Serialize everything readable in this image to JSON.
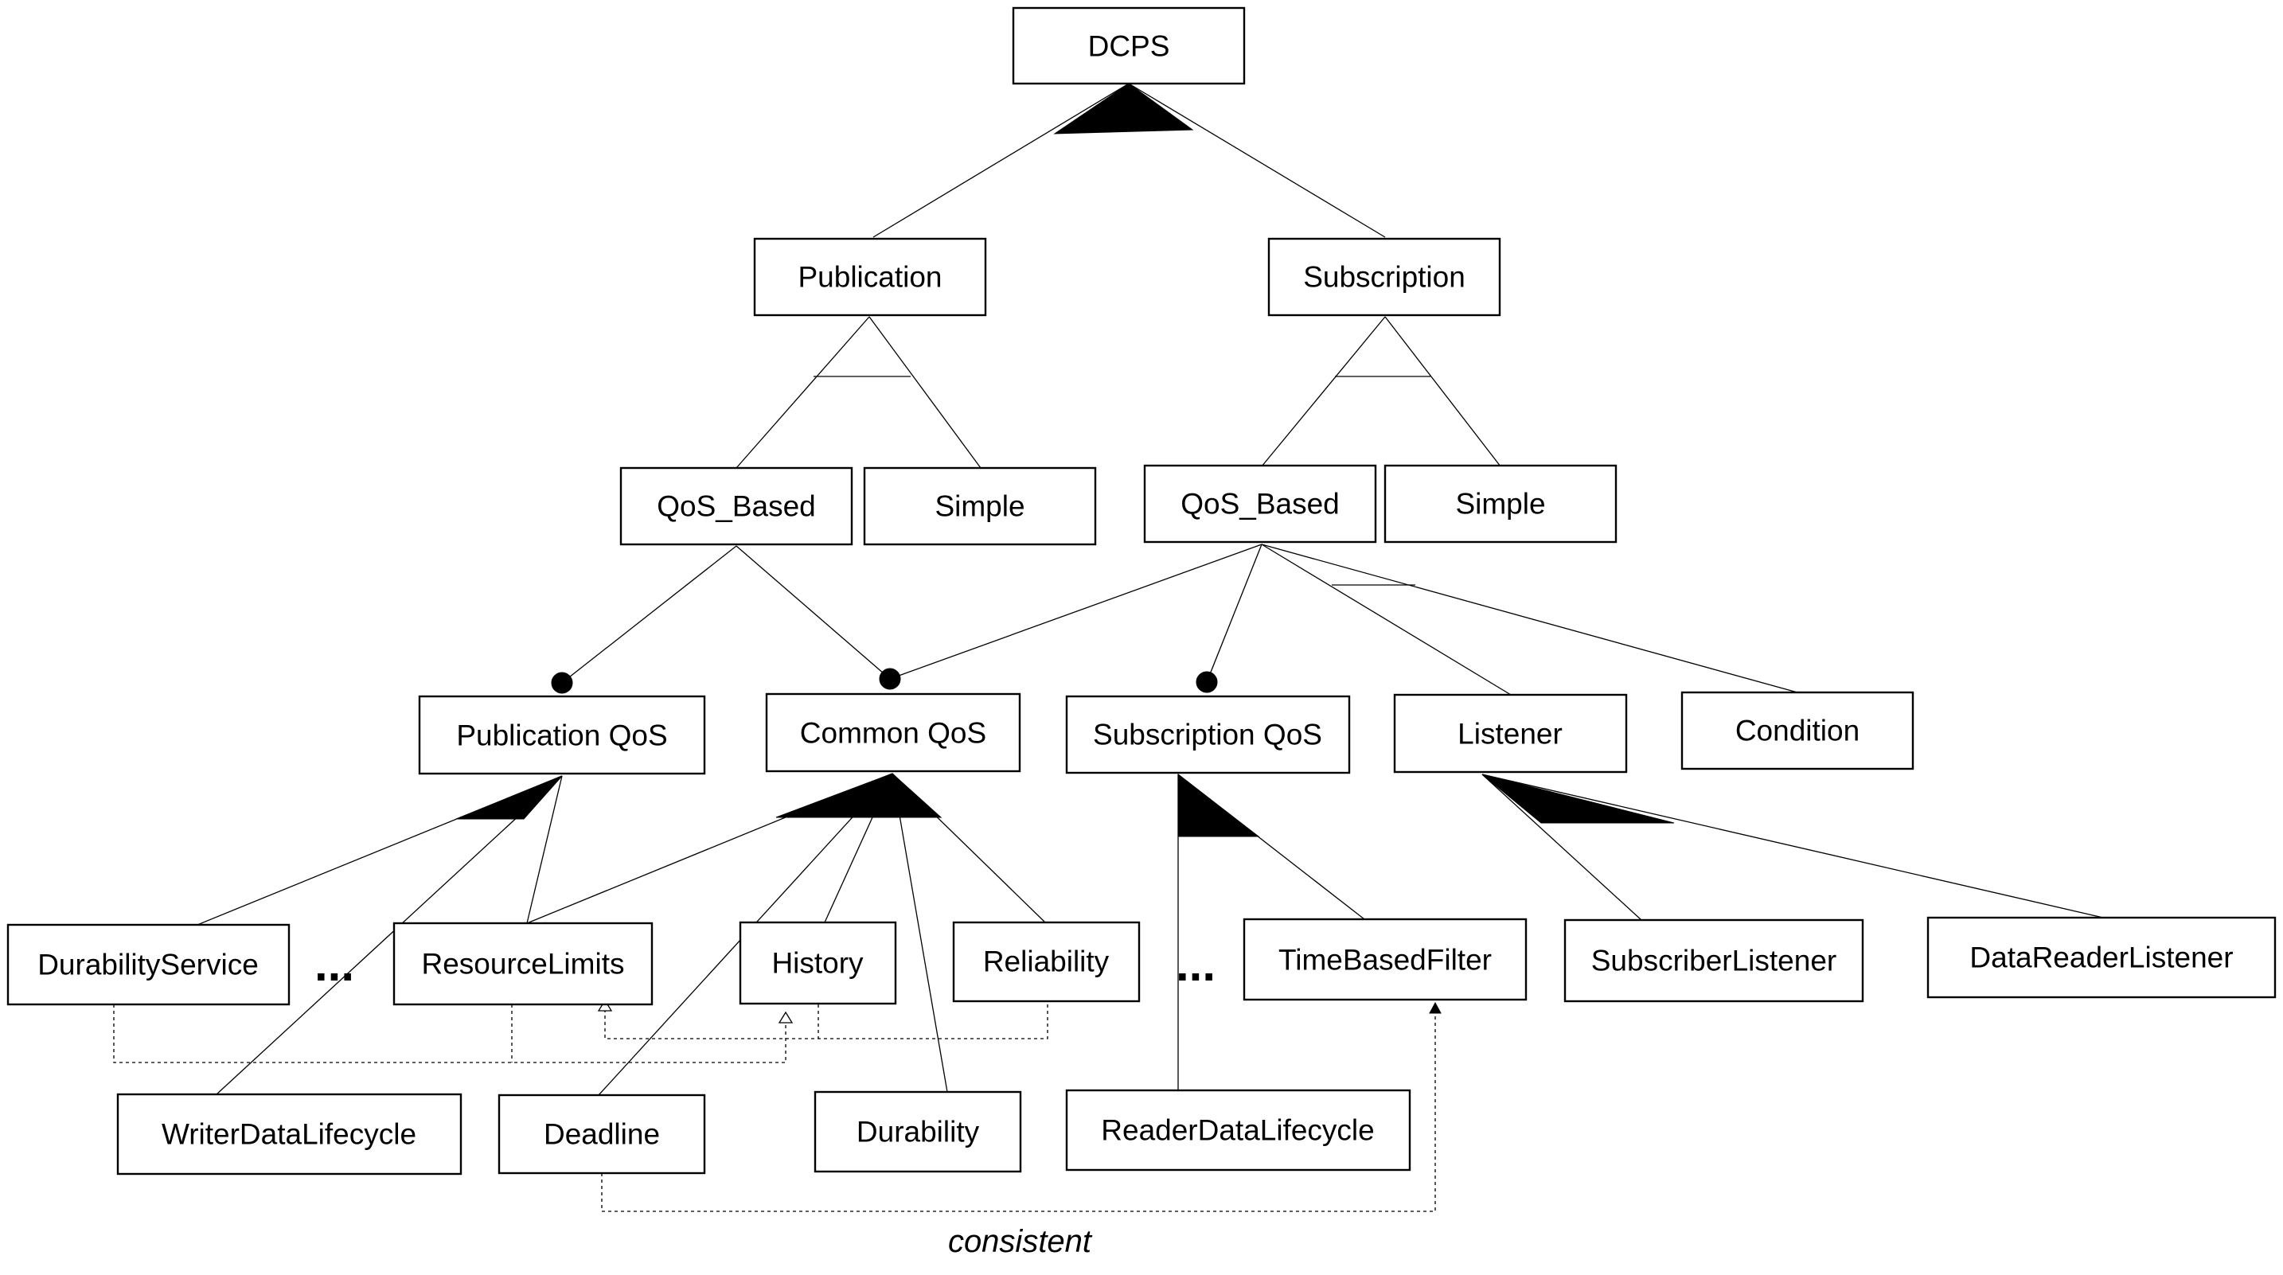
{
  "nodes": {
    "dcps": "DCPS",
    "publication": "Publication",
    "subscription": "Subscription",
    "pub_qos_based": "QoS_Based",
    "pub_simple": "Simple",
    "sub_qos_based": "QoS_Based",
    "sub_simple": "Simple",
    "publication_qos": "Publication QoS",
    "common_qos": "Common QoS",
    "subscription_qos": "Subscription QoS",
    "listener": "Listener",
    "condition": "Condition",
    "durability_service": "DurabilityService",
    "resource_limits": "ResourceLimits",
    "history": "History",
    "reliability": "Reliability",
    "time_based_filter": "TimeBasedFilter",
    "subscriber_listener": "SubscriberListener",
    "data_reader_listener": "DataReaderListener",
    "writer_data_lifecycle": "WriterDataLifecycle",
    "deadline": "Deadline",
    "durability": "Durability",
    "reader_data_lifecycle": "ReaderDataLifecycle"
  },
  "ellipsis": "...",
  "constraint_label": "consistent"
}
